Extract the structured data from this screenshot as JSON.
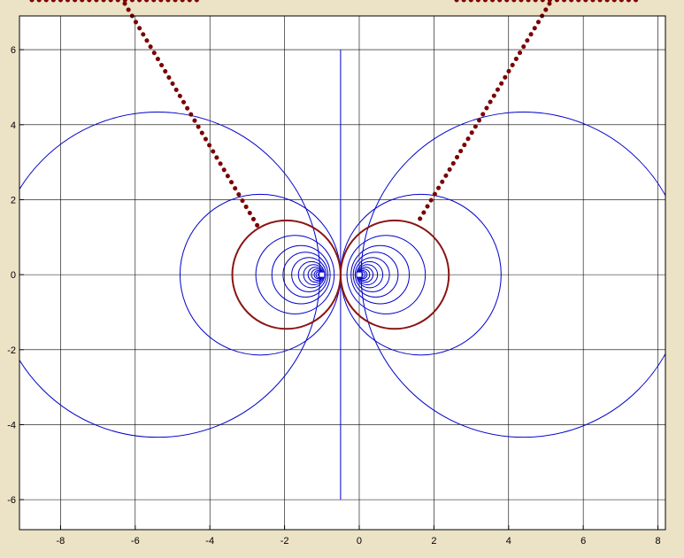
{
  "colors": {
    "background": "#ece2c6",
    "plot_area": "#ffffff",
    "grid": "#000000",
    "contour": "#0000cc",
    "highlight_circle": "#8b1414",
    "dotted_callout": "#7a0000"
  },
  "chart_data": {
    "type": "contour",
    "title": "",
    "xlabel": "",
    "ylabel": "",
    "xlim": [
      -9.1,
      8.2
    ],
    "ylim": [
      -6.8,
      6.9
    ],
    "grid": true,
    "x_ticks": [
      -8,
      -6,
      -4,
      -2,
      0,
      2,
      4,
      6,
      8
    ],
    "y_ticks": [
      6,
      4,
      2,
      0,
      -2,
      -4,
      -6
    ],
    "x_tick_labels": [
      "-8",
      "-6",
      "-4",
      "-2",
      "0",
      "2",
      "4",
      "6",
      "8"
    ],
    "y_tick_labels": [
      "6",
      "4",
      "2",
      "0",
      "-2",
      "-4",
      "-6"
    ],
    "charges": [
      {
        "x": -1,
        "y": 0
      },
      {
        "x": 0,
        "y": 0
      }
    ],
    "symmetry_line": {
      "x": -0.5,
      "y_from": -6,
      "y_to": 6
    },
    "contour_circles_left": [
      {
        "cx": -5.4,
        "r": 4.35
      },
      {
        "cx": -2.65,
        "r": 2.15
      },
      {
        "cx": -1.95,
        "r": 1.45,
        "highlight": true
      },
      {
        "cx": -1.72,
        "r": 1.05
      },
      {
        "cx": -1.56,
        "r": 0.78
      },
      {
        "cx": -1.44,
        "r": 0.6
      },
      {
        "cx": -1.35,
        "r": 0.46
      },
      {
        "cx": -1.28,
        "r": 0.35
      },
      {
        "cx": -1.22,
        "r": 0.27
      },
      {
        "cx": -1.17,
        "r": 0.2
      },
      {
        "cx": -1.13,
        "r": 0.15
      },
      {
        "cx": -1.1,
        "r": 0.11
      },
      {
        "cx": -1.08,
        "r": 0.08
      },
      {
        "cx": -1.05,
        "r": 0.05
      }
    ],
    "contour_circles_right": [
      {
        "cx": 4.4,
        "r": 4.35
      },
      {
        "cx": 1.65,
        "r": 2.15
      },
      {
        "cx": 0.95,
        "r": 1.45,
        "highlight": true
      },
      {
        "cx": 0.72,
        "r": 1.05
      },
      {
        "cx": 0.56,
        "r": 0.78
      },
      {
        "cx": 0.44,
        "r": 0.6
      },
      {
        "cx": 0.35,
        "r": 0.46
      },
      {
        "cx": 0.28,
        "r": 0.35
      },
      {
        "cx": 0.22,
        "r": 0.27
      },
      {
        "cx": 0.17,
        "r": 0.2
      },
      {
        "cx": 0.13,
        "r": 0.15
      },
      {
        "cx": 0.1,
        "r": 0.11
      },
      {
        "cx": 0.08,
        "r": 0.08
      },
      {
        "cx": 0.05,
        "r": 0.05
      }
    ]
  }
}
